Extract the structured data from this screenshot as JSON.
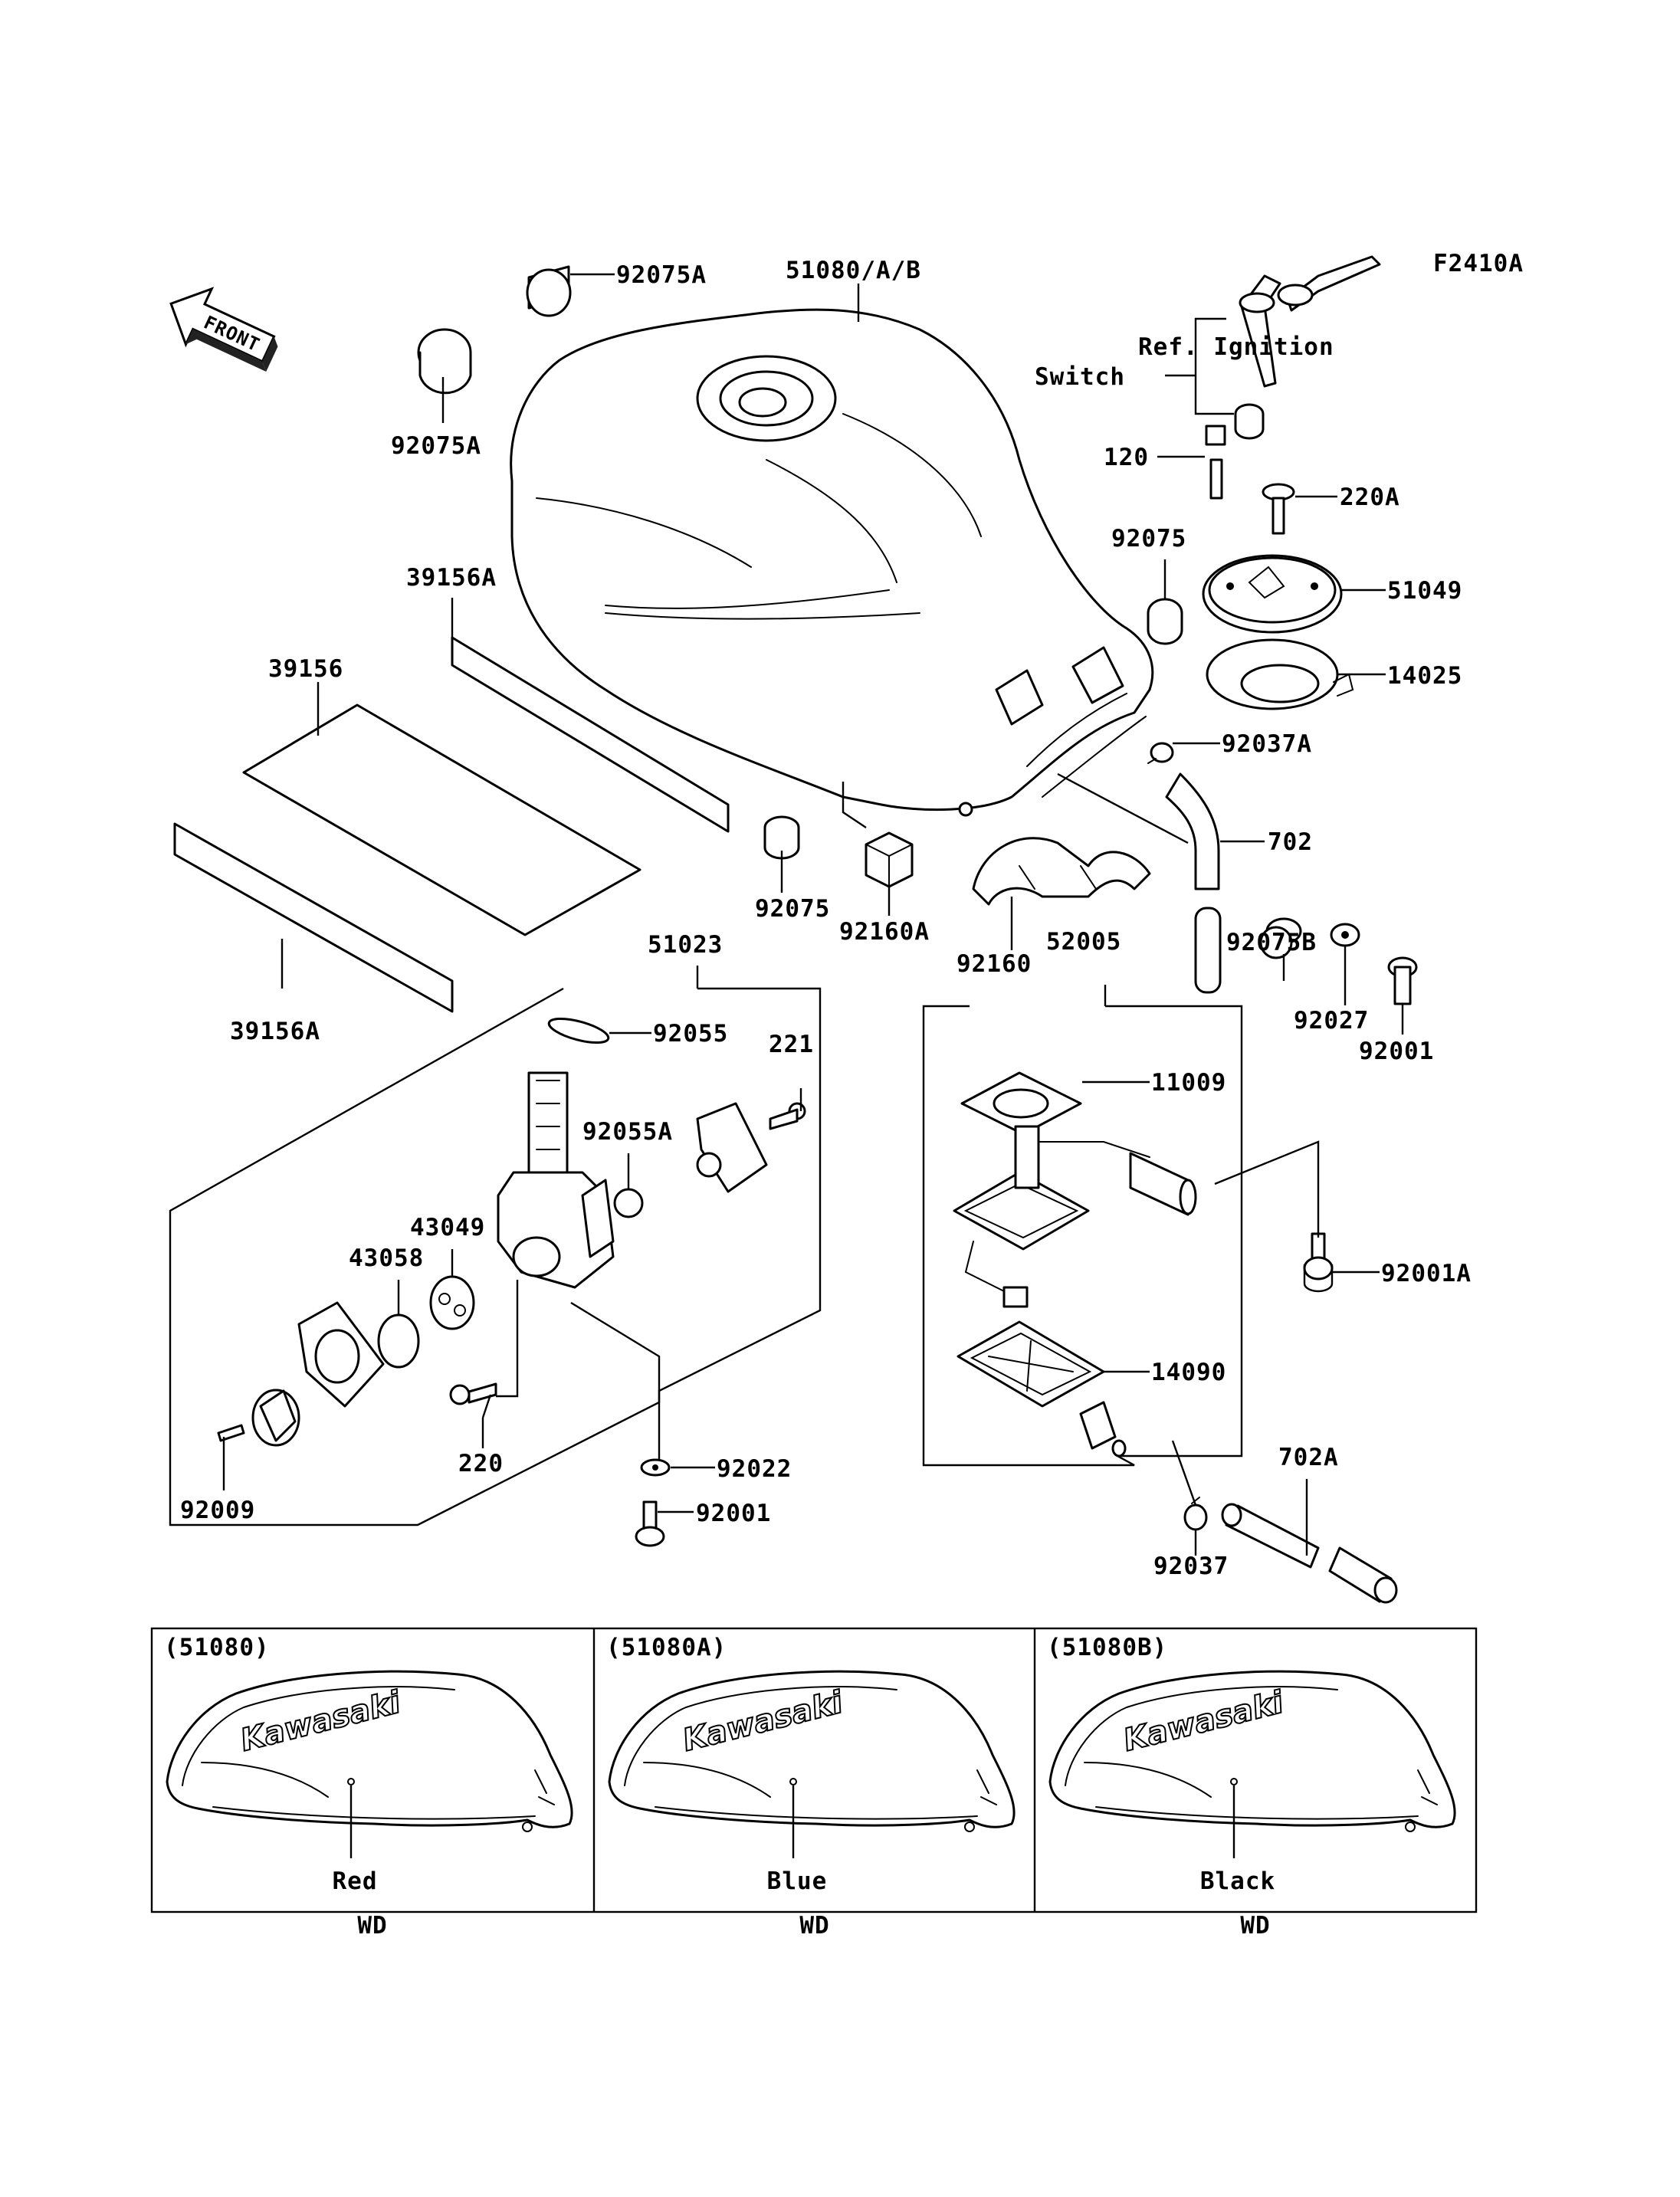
{
  "figure_code": "F2410A",
  "front_label": "FRONT",
  "ref_ignition": [
    "Ref. Ignition",
    "Switch"
  ],
  "part_labels": {
    "p92075A_top": "92075A",
    "p51080AB": "51080/A/B",
    "p92075A_left": "92075A",
    "p120": "120",
    "p220A": "220A",
    "p92075_right": "92075",
    "p51049": "51049",
    "p14025": "14025",
    "p39156A_top": "39156A",
    "p39156": "39156",
    "p92037A": "92037A",
    "p702": "702",
    "p92075_mid": "92075",
    "p92160A": "92160A",
    "p92160": "92160",
    "p52005": "52005",
    "p92075B": "92075B",
    "p92027": "92027",
    "p92001_right": "92001",
    "p39156A_bottom": "39156A",
    "p51023": "51023",
    "p92055": "92055",
    "p221": "221",
    "p92055A": "92055A",
    "p43049": "43049",
    "p43058": "43058",
    "p11009": "11009",
    "p92001A": "92001A",
    "p14090": "14090",
    "p220": "220",
    "p92022": "92022",
    "p92009": "92009",
    "p92001_bottom": "92001",
    "p702A": "702A",
    "p92037": "92037"
  },
  "variants": [
    {
      "part": "(51080)",
      "logo": "Kawasaki",
      "color": "Red",
      "code": "WD"
    },
    {
      "part": "(51080A)",
      "logo": "Kawasaki",
      "color": "Blue",
      "code": "WD"
    },
    {
      "part": "(51080B)",
      "logo": "Kawasaki",
      "color": "Black",
      "code": "WD"
    }
  ]
}
